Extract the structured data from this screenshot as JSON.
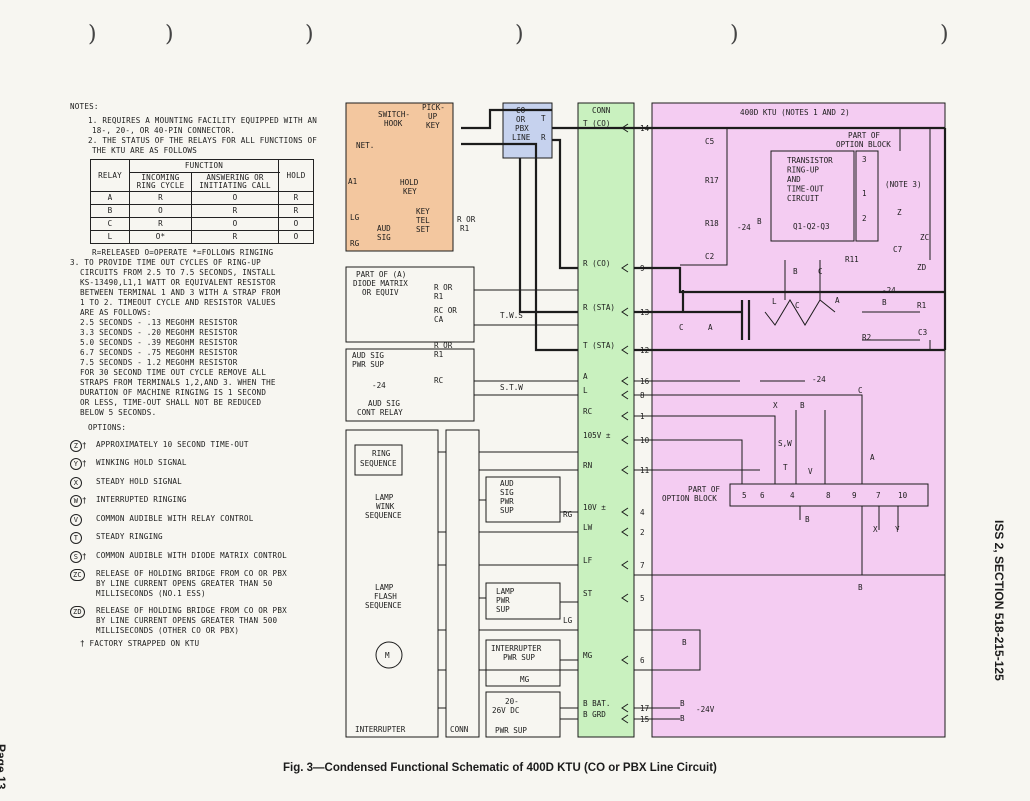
{
  "notes": {
    "heading": "NOTES:",
    "note1": [
      "1. REQUIRES A MOUNTING FACILITY EQUIPPED WITH AN",
      "18-, 20-, OR 40-PIN CONNECTOR."
    ],
    "note2": [
      "2. THE STATUS OF THE RELAYS FOR ALL FUNCTIONS OF",
      "THE KTU ARE AS FOLLOWS"
    ],
    "table": {
      "function_header": "FUNCTION",
      "col_relay": "RELAY",
      "col_incoming": "INCOMING RING CYCLE",
      "col_answering": "ANSWERING OR INITIATING CALL",
      "col_hold": "HOLD",
      "rows": [
        [
          "A",
          "R",
          "O",
          "R"
        ],
        [
          "B",
          "O",
          "R",
          "R"
        ],
        [
          "C",
          "R",
          "O",
          "O"
        ],
        [
          "L",
          "O*",
          "R",
          "O"
        ]
      ]
    },
    "legend": "R=RELEASED  O=OPERATE  *=FOLLOWS RINGING",
    "note3": [
      "3. TO PROVIDE TIME OUT CYCLES OF RING-UP",
      "CIRCUITS FROM 2.5 TO 7.5 SECONDS, INSTALL",
      "KS-13490,L1,1 WATT OR EQUIVALENT RESISTOR",
      "BETWEEN TERMINAL 1 AND 3 WITH A STRAP FROM",
      "1 TO 2. TIMEOUT CYCLE AND RESISTOR VALUES",
      "ARE AS FOLLOWS:",
      "2.5 SECONDS - .13 MEGOHM RESISTOR",
      "3.3 SECONDS - .20 MEGOHM RESISTOR",
      "5.0 SECONDS - .39 MEGOHM RESISTOR",
      "6.7 SECONDS - .75 MEGOHM RESISTOR",
      "7.5 SECONDS - 1.2 MEGOHM RESISTOR",
      "FOR 30 SECOND TIME OUT CYCLE REMOVE ALL",
      "STRAPS FROM TERMINALS 1,2,AND 3. WHEN THE",
      "DURATION OF MACHINE RINGING IS 1 SECOND",
      "OR LESS, TIME-OUT SHALL NOT BE REDUCED",
      "BELOW 5 SECONDS."
    ],
    "options_heading": "OPTIONS:",
    "options": [
      {
        "sym": "Z",
        "dagger": "†",
        "text": [
          "APPROXIMATELY 10 SECOND TIME-OUT"
        ]
      },
      {
        "sym": "Y",
        "dagger": "†",
        "text": [
          "WINKING HOLD SIGNAL"
        ]
      },
      {
        "sym": "X",
        "dagger": "",
        "text": [
          "STEADY HOLD SIGNAL"
        ]
      },
      {
        "sym": "W",
        "dagger": "†",
        "text": [
          "INTERRUPTED RINGING"
        ]
      },
      {
        "sym": "V",
        "dagger": "",
        "text": [
          "COMMON AUDIBLE WITH RELAY CONTROL"
        ]
      },
      {
        "sym": "T",
        "dagger": "",
        "text": [
          "STEADY RINGING"
        ]
      },
      {
        "sym": "S",
        "dagger": "†",
        "text": [
          "COMMON AUDIBLE WITH DIODE MATRIX CONTROL"
        ]
      },
      {
        "sym": "ZC",
        "dagger": "",
        "text": [
          "RELEASE OF HOLDING BRIDGE FROM CO OR PBX",
          "BY LINE CURRENT OPENS GREATER THAN 50",
          "MILLISECONDS (NO.1 ESS)"
        ]
      },
      {
        "sym": "ZD",
        "dagger": "",
        "text": [
          "RELEASE OF HOLDING BRIDGE FROM CO OR PBX",
          "BY LINE CURRENT OPENS GREATER THAN 500",
          "MILLISECONDS (OTHER CO OR PBX)"
        ]
      }
    ],
    "factory_note": "† FACTORY STRAPPED ON KTU"
  },
  "diagram": {
    "colors": {
      "orange": "#f3c79f",
      "blue": "#c6d2ee",
      "green": "#c9f1bf",
      "pink": "#f4ccf2",
      "line": "#1c1c1c"
    },
    "key_box": {
      "switch_hook": [
        "SWITCH-",
        "HOOK"
      ],
      "pickup_key": [
        "PICK-",
        "UP",
        "KEY"
      ],
      "net": "NET.",
      "hold_key": [
        "HOLD",
        "KEY"
      ],
      "key_tel_set": [
        "KEY",
        "TEL",
        "SET"
      ],
      "aud_sig": [
        "AUD",
        "SIG"
      ],
      "a1": "A1",
      "lg": "LG",
      "rg": "RG",
      "r_or_r1": [
        "R OR",
        "R1"
      ]
    },
    "co_box": {
      "lines": [
        "CO",
        "OR",
        "PBX",
        "LINE"
      ],
      "t": "T",
      "r": "R"
    },
    "diode_box": {
      "lines": [
        "PART OF (A)",
        "DIODE MATRIX",
        "OR EQUIV"
      ],
      "r_or_r1": [
        "R OR",
        "R1"
      ],
      "rc_or_ca": [
        "RC OR",
        "CA"
      ],
      "label": "T.W.S"
    },
    "aud_relay_box": {
      "lines": [
        "AUD SIG",
        "PWR SUP"
      ],
      "neg24": "-24",
      "cont": [
        "AUD SIG",
        "CONT RELAY"
      ],
      "r_or_r1": [
        "R OR",
        "R1"
      ],
      "rc": "RC",
      "label": "S.T.W"
    },
    "interrupter": {
      "title": "INTERRUPTER",
      "ring_sequence": [
        "RING",
        "SEQUENCE"
      ],
      "lamp_wink": [
        "LAMP",
        "WINK",
        "SEQUENCE"
      ],
      "lamp_flash": [
        "LAMP",
        "FLASH",
        "SEQUENCE"
      ],
      "motor": "M"
    },
    "conn_small": "CONN",
    "supplies": {
      "aud_sig_pwr": [
        "AUD",
        "SIG",
        "PWR",
        "SUP"
      ],
      "rg": "RG",
      "lamp_pwr": [
        "LAMP",
        "PWR",
        "SUP"
      ],
      "lg": "LG",
      "interrupter_pwr": [
        "INTERRUPTER",
        "PWR SUP"
      ],
      "mg": "MG",
      "batt": [
        "20-",
        "26V DC"
      ],
      "pwr_sup": "PWR SUP"
    },
    "conn": {
      "title": "CONN",
      "pins": [
        {
          "label": "T (CO)",
          "pin": "14"
        },
        {
          "label": "R (CO)",
          "pin": "9"
        },
        {
          "label": "R (STA)",
          "pin": "13"
        },
        {
          "label": "T (STA)",
          "pin": "12"
        },
        {
          "label": "A",
          "pin": "16"
        },
        {
          "label": "L",
          "pin": "8"
        },
        {
          "label": "RC",
          "pin": "1"
        },
        {
          "label": "105V ±",
          "pin": "10"
        },
        {
          "label": "RN",
          "pin": "11"
        },
        {
          "label": "10V ±",
          "pin": "4"
        },
        {
          "label": "LW",
          "pin": "2"
        },
        {
          "label": "LF",
          "pin": "7"
        },
        {
          "label": "ST",
          "pin": "5"
        },
        {
          "label": "MG",
          "pin": "6"
        },
        {
          "label": "B BAT.",
          "pin": "17"
        },
        {
          "label": "B GRD",
          "pin": "15"
        }
      ]
    },
    "ktu": {
      "title": "400D KTU (NOTES 1 AND 2)",
      "part_of_option_block": [
        "PART OF",
        "OPTION BLOCK"
      ],
      "transistor": [
        "TRANSISTOR",
        "RING-UP",
        "AND",
        "TIME-OUT",
        "CIRCUIT",
        "Q1-Q2-Q3"
      ],
      "note3": "(NOTE 3)",
      "terms": [
        "3",
        "1",
        "2"
      ],
      "c5": "C5",
      "r17": "R17",
      "r18": "R18",
      "neg24a": "-24",
      "b": "B",
      "c2": "C2",
      "r11": "R11",
      "c7": "C7",
      "z": "Z",
      "zc": "ZC",
      "zd": "ZD",
      "b_c": [
        "B",
        "C"
      ],
      "neg24b": "-24",
      "a": "A",
      "b2": "B",
      "r1": "R1",
      "l": "L",
      "c": "C",
      "c_a": [
        "C",
        "A"
      ],
      "r2": "R2",
      "c3": "C3",
      "neg24c": "-24",
      "c_label": "C",
      "x_label": "X",
      "b_label": "B",
      "sw": "S,W",
      "t": "T",
      "v": "V",
      "a2": "A",
      "option_block2": [
        "PART OF",
        "OPTION BLOCK"
      ],
      "block_terms": [
        "5",
        "6",
        "4",
        "8",
        "9",
        "7",
        "10"
      ],
      "b3": "B",
      "x": "X",
      "y": "Y",
      "b4": "B",
      "b5": "B",
      "b6": "B",
      "neg24d": "-24V",
      "b7": "B"
    }
  },
  "caption": "Fig. 3—Condensed Functional Schematic of 400D KTU (CO or PBX Line Circuit)",
  "sidebar": "ISS 2, SECTION 518-215-125",
  "page": "Page 13"
}
